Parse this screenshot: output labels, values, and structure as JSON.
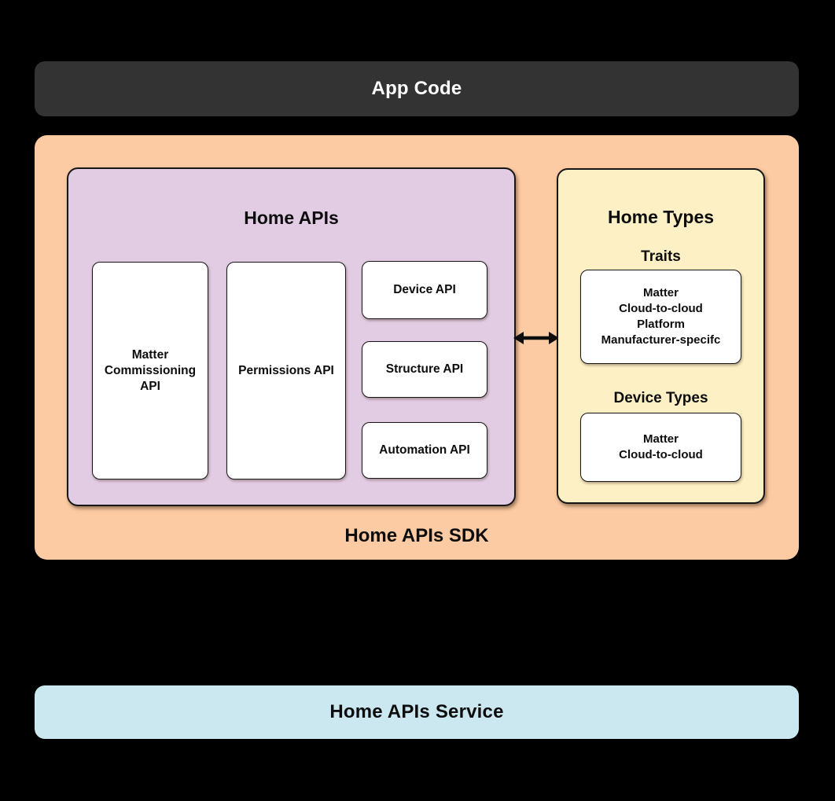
{
  "diagram": {
    "app_code": {
      "label": "App Code"
    },
    "sdk": {
      "label": "Home APIs SDK",
      "home_apis": {
        "title": "Home APIs",
        "boxes": {
          "matter_commissioning": "Matter Commissioning API",
          "permissions": "Permissions API",
          "device": "Device API",
          "structure": "Structure API",
          "automation": "Automation API"
        }
      },
      "home_types": {
        "title": "Home Types",
        "traits": {
          "heading": "Traits",
          "items": [
            "Matter",
            "Cloud-to-cloud",
            "Platform",
            "Manufacturer-specifc"
          ]
        },
        "device_types": {
          "heading": "Device Types",
          "items": [
            "Matter",
            "Cloud-to-cloud"
          ]
        }
      },
      "connection": {
        "icon": "bidirectional-arrow"
      }
    },
    "service": {
      "label": "Home APIs Service"
    },
    "colors": {
      "background": "#000000",
      "app_code_bar": "#333333",
      "sdk_container": "#fccba3",
      "home_apis_box": "#e2cce4",
      "home_types_box": "#fdf0c5",
      "service_bar": "#cbe8f0",
      "card": "#ffffff",
      "border": "#161616",
      "text_dark": "#0d0d0d",
      "text_light": "#ffffff"
    }
  }
}
